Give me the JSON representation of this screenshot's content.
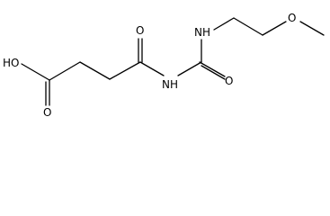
{
  "structure": {
    "atom_labels": {
      "hydroxyl": "HO",
      "ketone_oxygen": "O",
      "imide_nitrogen": "NH",
      "urea_oxygen": "O",
      "amine_nitrogen": "NH",
      "ether_oxygen": "O",
      "acid_oxygen": "O"
    }
  },
  "colors": {
    "bond": "#000000",
    "label": "#000000",
    "background": "#ffffff"
  }
}
